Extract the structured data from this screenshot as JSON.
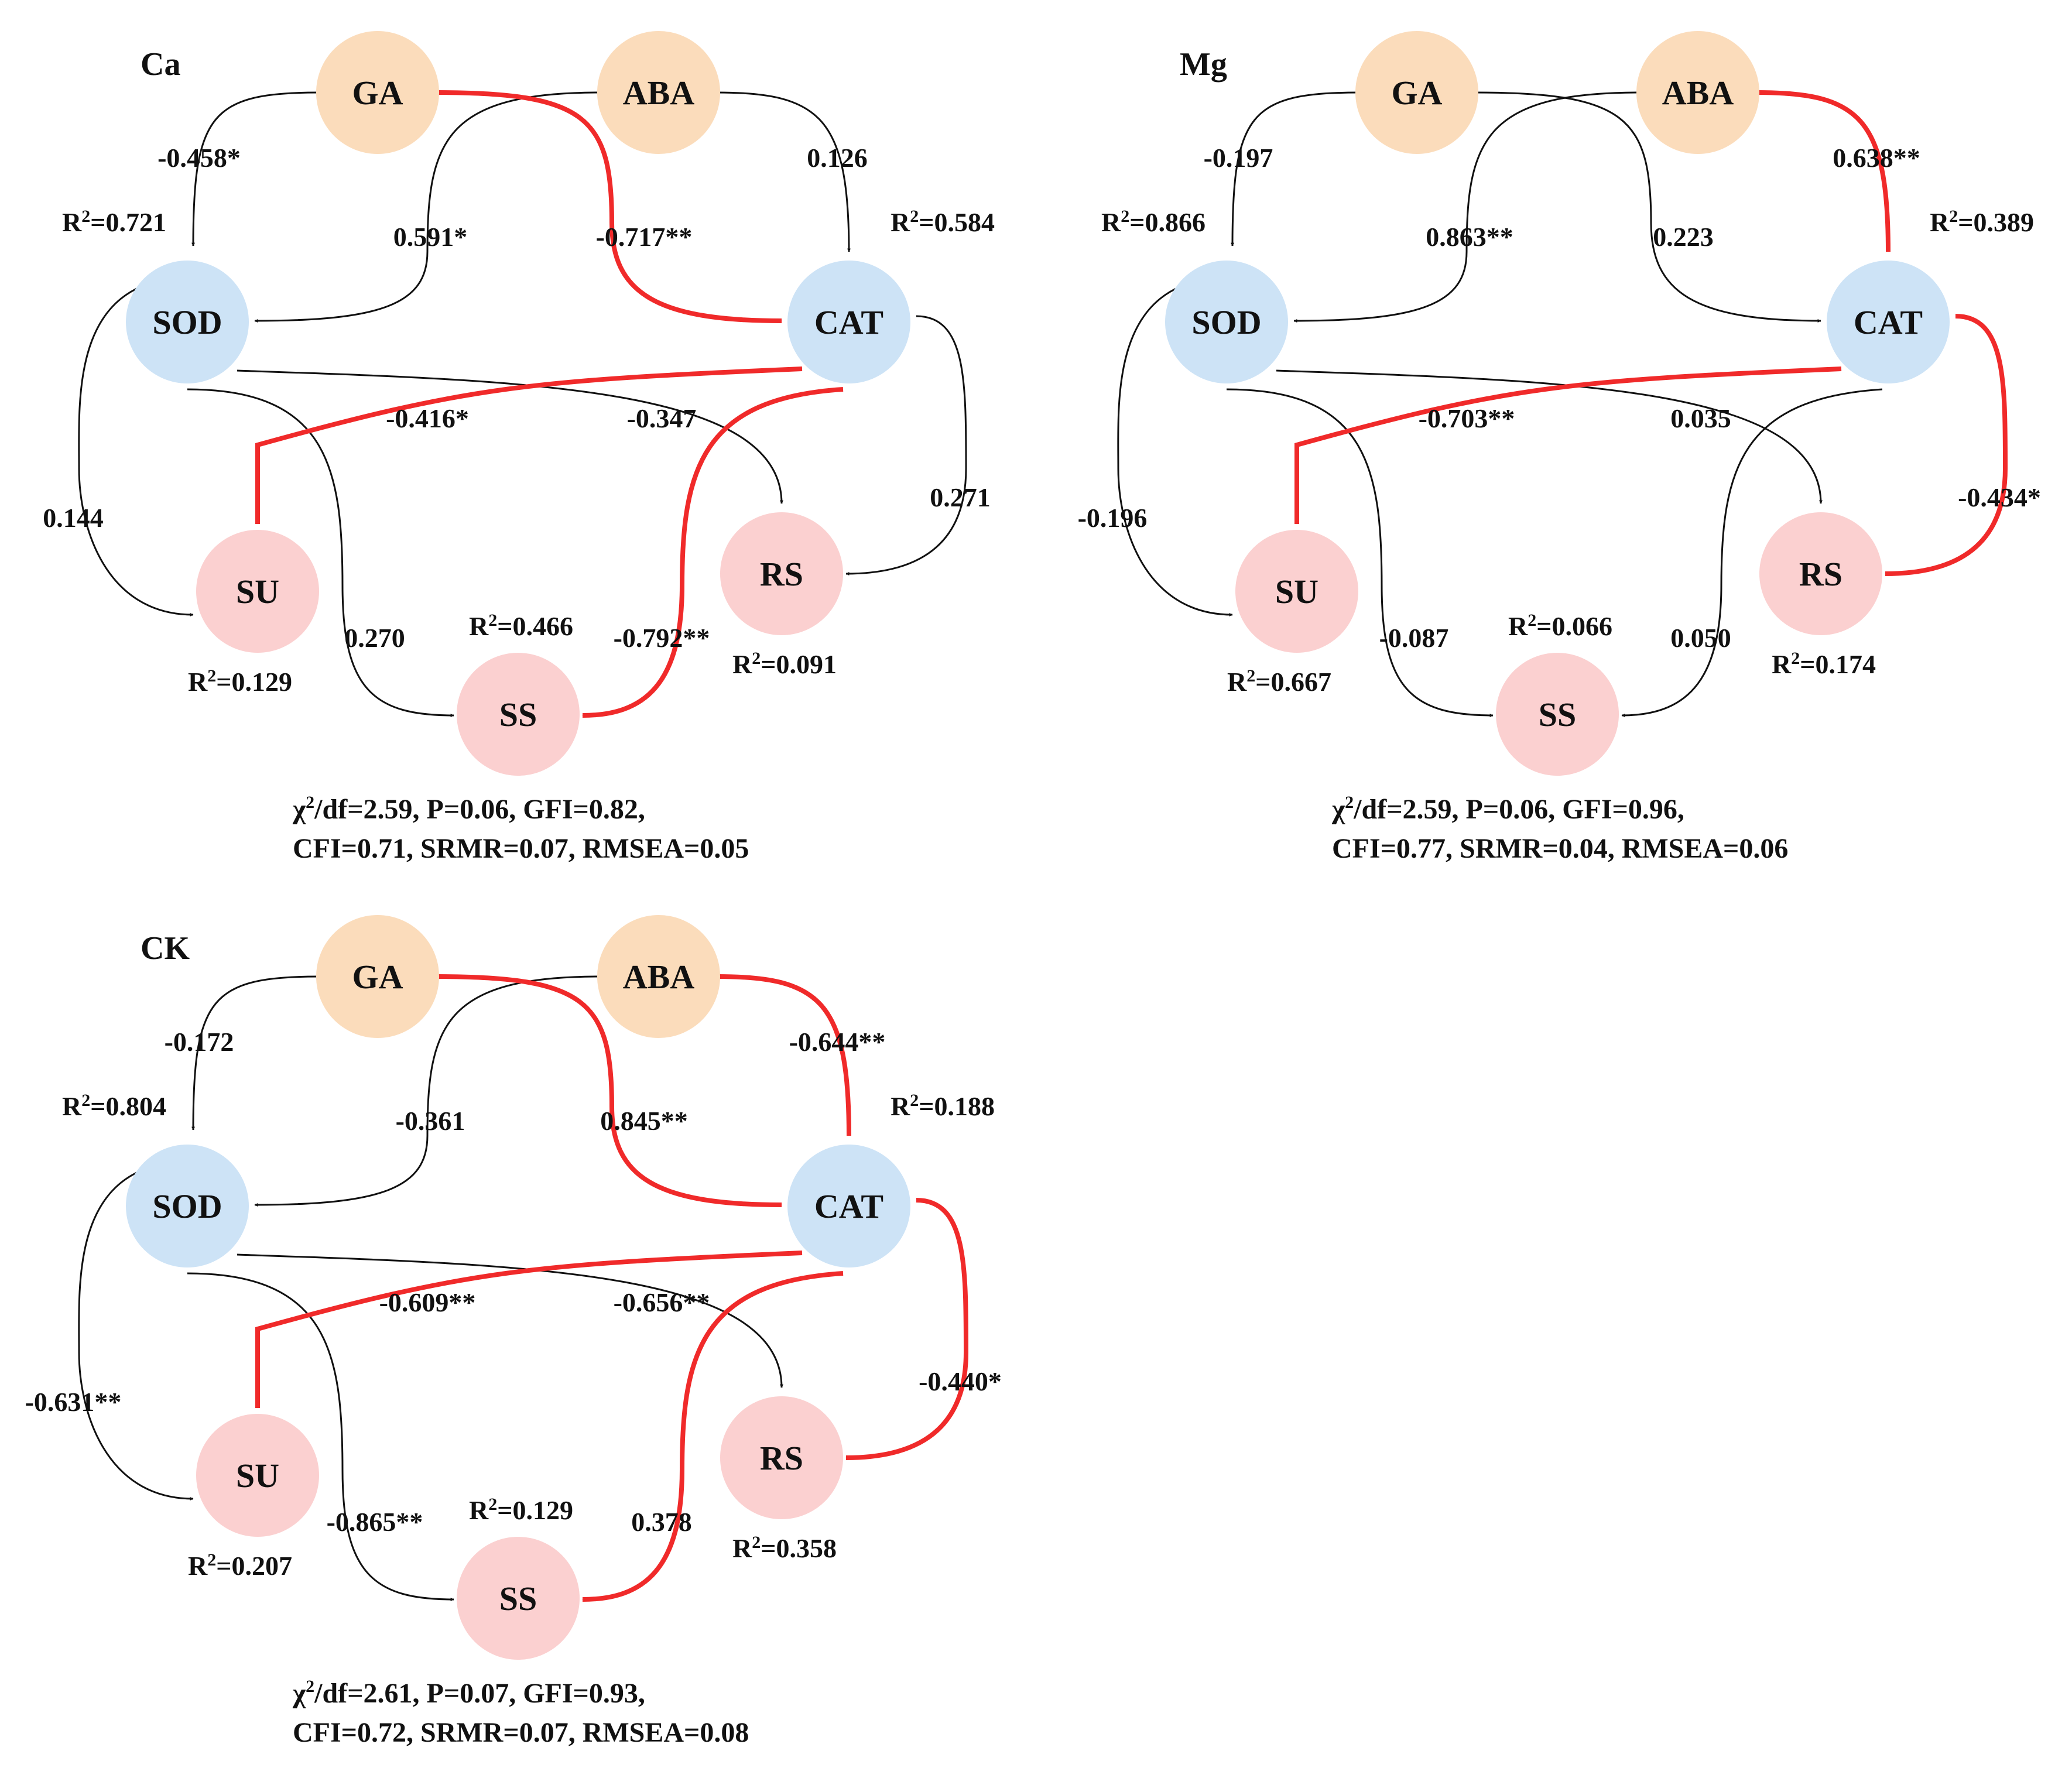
{
  "panels": [
    {
      "title": "Ca",
      "nodes": [
        {
          "id": "GA",
          "label": "GA",
          "kind": "hormone"
        },
        {
          "id": "ABA",
          "label": "ABA",
          "kind": "hormone"
        },
        {
          "id": "SOD",
          "label": "SOD",
          "kind": "enzyme"
        },
        {
          "id": "CAT",
          "label": "CAT",
          "kind": "enzyme"
        },
        {
          "id": "SU",
          "label": "SU",
          "kind": "sugar"
        },
        {
          "id": "RS",
          "label": "RS",
          "kind": "sugar"
        },
        {
          "id": "SS",
          "label": "SS",
          "kind": "sugar"
        }
      ],
      "r2": {
        "SOD": "R2=0.721",
        "CAT": "R2=0.584",
        "SU": "R2=0.129",
        "RS": "R2=0.091",
        "SS": "R2=0.466"
      },
      "edges": [
        {
          "from": "GA",
          "to": "SOD",
          "label": "-0.458*",
          "significant": false
        },
        {
          "from": "ABA",
          "to": "SOD",
          "label": "0.591*",
          "significant": false
        },
        {
          "from": "GA",
          "to": "CAT",
          "label": "-0.717**",
          "significant": true
        },
        {
          "from": "ABA",
          "to": "CAT",
          "label": "0.126",
          "significant": false
        },
        {
          "from": "SOD",
          "to": "SU",
          "label": "0.144",
          "significant": false
        },
        {
          "from": "SOD",
          "to": "SS",
          "label": "0.270",
          "significant": false
        },
        {
          "from": "SOD",
          "to": "RS",
          "label": "-0.347",
          "significant": false
        },
        {
          "from": "CAT",
          "to": "SU",
          "label": "-0.416*",
          "significant": true
        },
        {
          "from": "CAT",
          "to": "SS",
          "label": "-0.792**",
          "significant": true
        },
        {
          "from": "CAT",
          "to": "RS",
          "label": "0.271",
          "significant": false
        }
      ],
      "fit": {
        "line1": "χ2/df=2.59, P=0.06, GFI=0.82,",
        "line2": "CFI=0.71, SRMR=0.07, RMSEA=0.05"
      }
    },
    {
      "title": "Mg",
      "nodes": [
        {
          "id": "GA",
          "label": "GA",
          "kind": "hormone"
        },
        {
          "id": "ABA",
          "label": "ABA",
          "kind": "hormone"
        },
        {
          "id": "SOD",
          "label": "SOD",
          "kind": "enzyme"
        },
        {
          "id": "CAT",
          "label": "CAT",
          "kind": "enzyme"
        },
        {
          "id": "SU",
          "label": "SU",
          "kind": "sugar"
        },
        {
          "id": "RS",
          "label": "RS",
          "kind": "sugar"
        },
        {
          "id": "SS",
          "label": "SS",
          "kind": "sugar"
        }
      ],
      "r2": {
        "SOD": "R2=0.866",
        "CAT": "R2=0.389",
        "SU": "R2=0.667",
        "RS": "R2=0.174",
        "SS": "R2=0.066"
      },
      "edges": [
        {
          "from": "GA",
          "to": "SOD",
          "label": "-0.197",
          "significant": false
        },
        {
          "from": "ABA",
          "to": "SOD",
          "label": "0.863**",
          "significant": false
        },
        {
          "from": "GA",
          "to": "CAT",
          "label": "0.223",
          "significant": false
        },
        {
          "from": "ABA",
          "to": "CAT",
          "label": "0.638**",
          "significant": true
        },
        {
          "from": "SOD",
          "to": "SU",
          "label": "-0.196",
          "significant": false
        },
        {
          "from": "SOD",
          "to": "SS",
          "label": "-0.087",
          "significant": false
        },
        {
          "from": "SOD",
          "to": "RS",
          "label": "0.035",
          "significant": false
        },
        {
          "from": "CAT",
          "to": "SU",
          "label": "-0.703**",
          "significant": true
        },
        {
          "from": "CAT",
          "to": "SS",
          "label": "0.050",
          "significant": false
        },
        {
          "from": "CAT",
          "to": "RS",
          "label": "-0.434*",
          "significant": true
        }
      ],
      "fit": {
        "line1": "χ2/df=2.59, P=0.06, GFI=0.96,",
        "line2": "CFI=0.77, SRMR=0.04, RMSEA=0.06"
      }
    },
    {
      "title": "CK",
      "nodes": [
        {
          "id": "GA",
          "label": "GA",
          "kind": "hormone"
        },
        {
          "id": "ABA",
          "label": "ABA",
          "kind": "hormone"
        },
        {
          "id": "SOD",
          "label": "SOD",
          "kind": "enzyme"
        },
        {
          "id": "CAT",
          "label": "CAT",
          "kind": "enzyme"
        },
        {
          "id": "SU",
          "label": "SU",
          "kind": "sugar"
        },
        {
          "id": "RS",
          "label": "RS",
          "kind": "sugar"
        },
        {
          "id": "SS",
          "label": "SS",
          "kind": "sugar"
        }
      ],
      "r2": {
        "SOD": "R2=0.804",
        "CAT": "R2=0.188",
        "SU": "R2=0.207",
        "RS": "R2=0.358",
        "SS": "R2=0.129"
      },
      "edges": [
        {
          "from": "GA",
          "to": "SOD",
          "label": "-0.172",
          "significant": false
        },
        {
          "from": "ABA",
          "to": "SOD",
          "label": "-0.361",
          "significant": false
        },
        {
          "from": "GA",
          "to": "CAT",
          "label": "0.845**",
          "significant": true
        },
        {
          "from": "ABA",
          "to": "CAT",
          "label": "-0.644**",
          "significant": true
        },
        {
          "from": "SOD",
          "to": "SU",
          "label": "-0.631**",
          "significant": false
        },
        {
          "from": "SOD",
          "to": "SS",
          "label": "-0.865**",
          "significant": false
        },
        {
          "from": "SOD",
          "to": "RS",
          "label": "-0.656**",
          "significant": false
        },
        {
          "from": "CAT",
          "to": "SU",
          "label": "-0.609**",
          "significant": true
        },
        {
          "from": "CAT",
          "to": "SS",
          "label": "0.378",
          "significant": true
        },
        {
          "from": "CAT",
          "to": "RS",
          "label": "-0.440*",
          "significant": true
        }
      ],
      "fit": {
        "line1": "χ2/df=2.61, P=0.07, GFI=0.93,",
        "line2": "CFI=0.72, SRMR=0.07, RMSEA=0.08"
      }
    }
  ],
  "colors": {
    "hormone": "#fbdcbb",
    "enzyme": "#cde3f6",
    "sugar": "#fbd0d0",
    "positive_edge": "#111111",
    "significant_edge": "#f02a2a"
  }
}
